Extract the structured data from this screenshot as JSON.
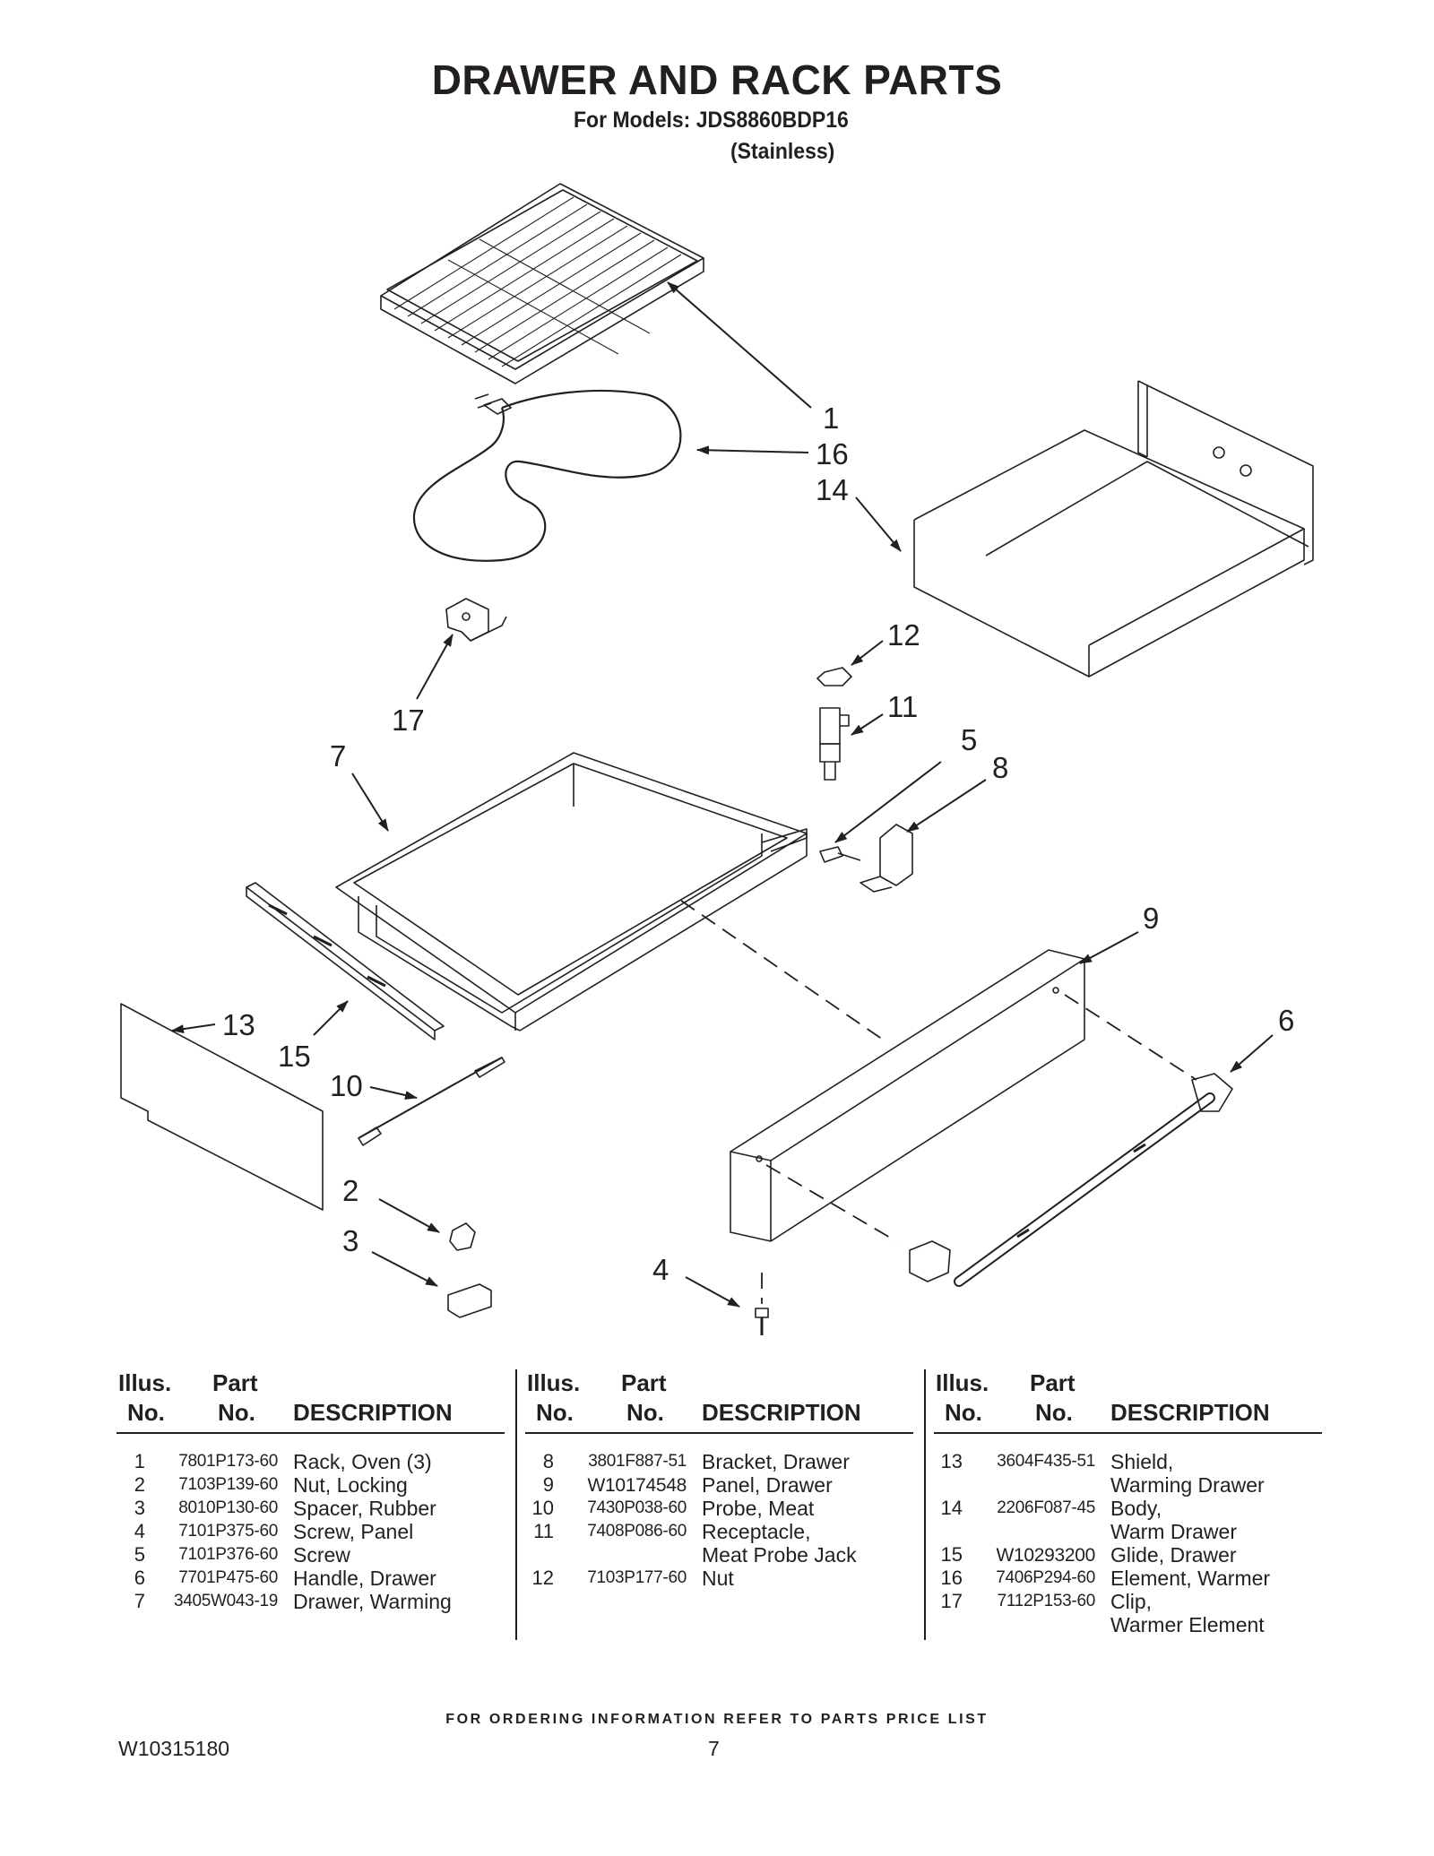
{
  "header": {
    "title": "DRAWER AND RACK PARTS",
    "models": "For Models: JDS8860BDP16",
    "variant": "(Stainless)"
  },
  "callouts": [
    "1",
    "16",
    "14",
    "12",
    "11",
    "17",
    "7",
    "5",
    "8",
    "9",
    "6",
    "13",
    "15",
    "10",
    "2",
    "3",
    "4"
  ],
  "table_headers": {
    "illus": "Illus.",
    "part": "Part",
    "no": "No.",
    "description": "DESCRIPTION"
  },
  "parts": {
    "col1": [
      {
        "no": "1",
        "part": "7801P173-60",
        "desc": [
          "Rack, Oven (3)"
        ]
      },
      {
        "no": "2",
        "part": "7103P139-60",
        "desc": [
          "Nut, Locking"
        ]
      },
      {
        "no": "3",
        "part": "8010P130-60",
        "desc": [
          "Spacer, Rubber"
        ]
      },
      {
        "no": "4",
        "part": "7101P375-60",
        "desc": [
          "Screw, Panel"
        ]
      },
      {
        "no": "5",
        "part": "7101P376-60",
        "desc": [
          "Screw"
        ]
      },
      {
        "no": "6",
        "part": "7701P475-60",
        "desc": [
          "Handle, Drawer"
        ]
      },
      {
        "no": "7",
        "part": "3405W043-19",
        "desc": [
          "Drawer, Warming"
        ]
      }
    ],
    "col2": [
      {
        "no": "8",
        "part": "3801F887-51",
        "desc": [
          "Bracket, Drawer"
        ]
      },
      {
        "no": "9",
        "part": "W10174548",
        "desc": [
          "Panel, Drawer"
        ]
      },
      {
        "no": "10",
        "part": "7430P038-60",
        "desc": [
          "Probe, Meat"
        ]
      },
      {
        "no": "11",
        "part": "7408P086-60",
        "desc": [
          "Receptacle,",
          "Meat Probe Jack"
        ]
      },
      {
        "no": "12",
        "part": "7103P177-60",
        "desc": [
          "Nut"
        ]
      }
    ],
    "col3": [
      {
        "no": "13",
        "part": "3604F435-51",
        "desc": [
          "Shield,",
          "Warming Drawer"
        ]
      },
      {
        "no": "14",
        "part": "2206F087-45",
        "desc": [
          "Body,",
          "Warm Drawer"
        ]
      },
      {
        "no": "15",
        "part": "W10293200",
        "desc": [
          "Glide, Drawer"
        ]
      },
      {
        "no": "16",
        "part": "7406P294-60",
        "desc": [
          "Element, Warmer"
        ]
      },
      {
        "no": "17",
        "part": "7112P153-60",
        "desc": [
          "Clip,",
          "Warmer Element"
        ]
      }
    ]
  },
  "footer": {
    "ordering_note": "FOR ORDERING INFORMATION REFER TO PARTS PRICE LIST",
    "document_number": "W10315180",
    "page_number": "7"
  }
}
